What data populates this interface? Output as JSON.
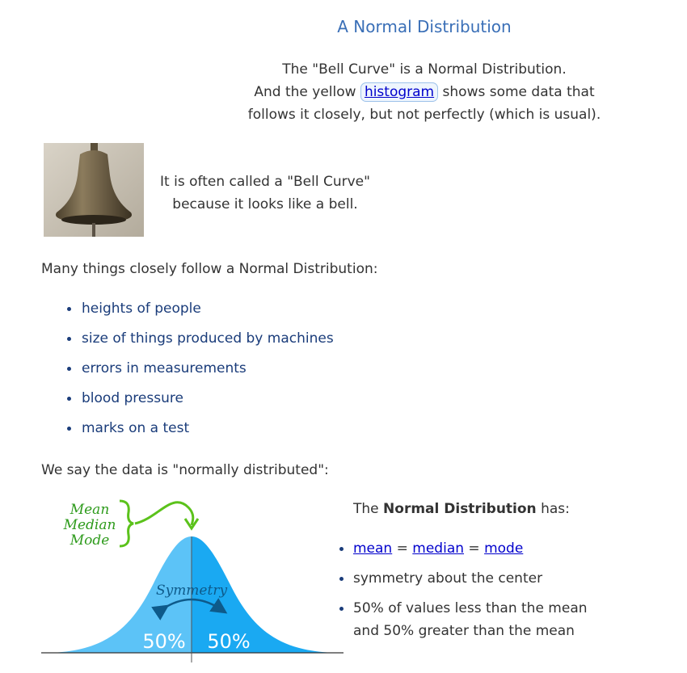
{
  "title": "A Normal Distribution",
  "intro": {
    "line1": "The \"Bell Curve\" is a Normal Distribution.",
    "line2_before": "And the yellow",
    "line2_link": "histogram",
    "line2_after": "shows some data that",
    "line3": "follows it closely, but not perfectly (which is usual)."
  },
  "bell": {
    "caption_line1": "It is often called a \"Bell Curve\"",
    "caption_line2": "because it looks like a bell."
  },
  "many_text": "Many things closely follow a Normal Distribution:",
  "examples": [
    "heights of people",
    "size of things produced by machines",
    "errors in measurements",
    "blood pressure",
    "marks on a test"
  ],
  "say_text": "We say the data is \"normally distributed\":",
  "diagram": {
    "label_mean": "Mean",
    "label_median": "Median",
    "label_mode": "Mode",
    "symmetry": "Symmetry",
    "left_percent": "50%",
    "right_percent": "50%",
    "label_color": "#2e9b1c",
    "curve_left_color": "#5cc3f7",
    "curve_right_color": "#1aa9f2"
  },
  "has": {
    "before": "The",
    "bold": "Normal Distribution",
    "after": "has:"
  },
  "props": {
    "mean_link": "mean",
    "eq1": "=",
    "median_link": "median",
    "eq2": "=",
    "mode_link": "mode",
    "symmetry": "symmetry about the center",
    "percent_line1": "50% of values less than the mean",
    "percent_line2": "and 50% greater than the mean"
  }
}
